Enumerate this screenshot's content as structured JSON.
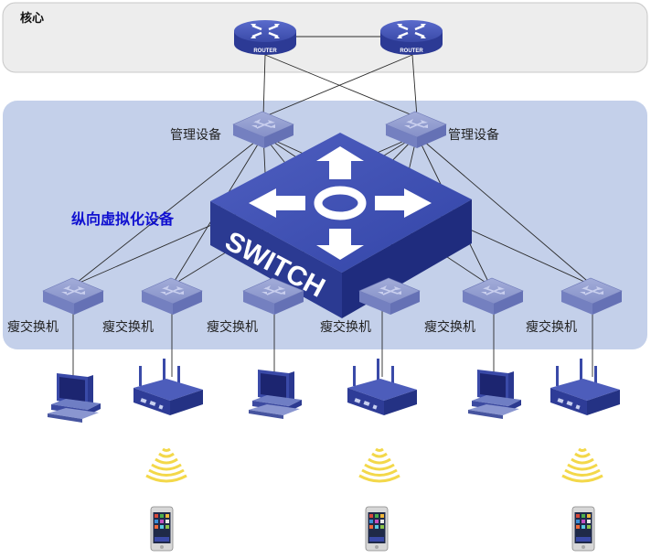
{
  "zones": {
    "core_label": "核心",
    "virtual_label": "纵向虚拟化设备"
  },
  "routers": {
    "caption": "ROUTER"
  },
  "management": {
    "label": "管理设备"
  },
  "central_switch": {
    "text": "SWITCH"
  },
  "access": {
    "label": "瘦交换机"
  },
  "colors": {
    "core_zone": "#ededed",
    "virtual_zone": "#c4d0ea",
    "device_blue": "#2f3f9e",
    "device_top": "#4a59bc",
    "small_switch": "#8c97cf",
    "wifi": "#f3d84a",
    "virtual_label": "#1010d0"
  },
  "icons": {
    "router": "router-icon",
    "switch": "switch-icon",
    "pc": "computer-icon",
    "ap": "wireless-access-point-icon",
    "wifi": "wifi-waves-icon",
    "phone": "smartphone-icon"
  }
}
